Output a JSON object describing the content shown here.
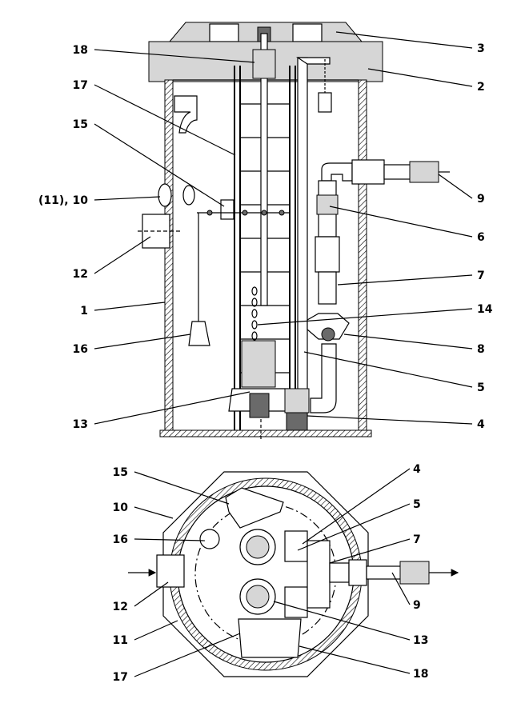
{
  "elevation_labels": [
    {
      "id": "18",
      "text": "18"
    },
    {
      "id": "17",
      "text": "17"
    },
    {
      "id": "15",
      "text": "15"
    },
    {
      "id": "10",
      "text": "(11), 10"
    },
    {
      "id": "12",
      "text": "12"
    },
    {
      "id": "1",
      "text": "1"
    },
    {
      "id": "16",
      "text": "16"
    },
    {
      "id": "13",
      "text": "13"
    },
    {
      "id": "3",
      "text": "3"
    },
    {
      "id": "2",
      "text": "2"
    },
    {
      "id": "9",
      "text": "9"
    },
    {
      "id": "6",
      "text": "6"
    },
    {
      "id": "7",
      "text": "7"
    },
    {
      "id": "14",
      "text": "14"
    },
    {
      "id": "8",
      "text": "8"
    },
    {
      "id": "5",
      "text": "5"
    },
    {
      "id": "4",
      "text": "4"
    }
  ],
  "plan_labels": [
    {
      "id": "15",
      "text": "15"
    },
    {
      "id": "10",
      "text": "10"
    },
    {
      "id": "16",
      "text": "16"
    },
    {
      "id": "12",
      "text": "12"
    },
    {
      "id": "11",
      "text": "11"
    },
    {
      "id": "17",
      "text": "17"
    },
    {
      "id": "4",
      "text": "4"
    },
    {
      "id": "5",
      "text": "5"
    },
    {
      "id": "7",
      "text": "7"
    },
    {
      "id": "9",
      "text": "9"
    },
    {
      "id": "13",
      "text": "13"
    },
    {
      "id": "18",
      "text": "18"
    }
  ]
}
